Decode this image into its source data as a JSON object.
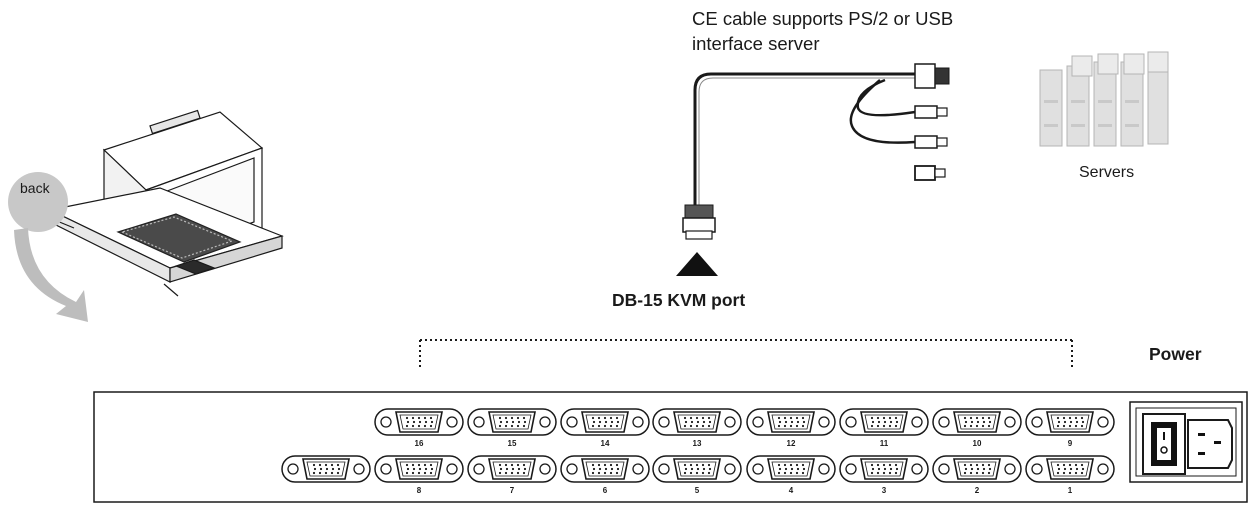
{
  "labels": {
    "cable_note": "CE cable supports PS/2 or USB interface server",
    "servers": "Servers",
    "db15_port": "DB-15 KVM port",
    "power": "Power",
    "back": "back"
  },
  "ports": {
    "top_row": [
      "16",
      "15",
      "14",
      "13",
      "12",
      "11",
      "10",
      "9"
    ],
    "bottom_row": [
      "8",
      "7",
      "6",
      "5",
      "4",
      "3",
      "2",
      "1"
    ]
  },
  "icons": [
    "console-drawer-icon",
    "back-arrow-icon",
    "ce-cable-icon",
    "servers-icon",
    "db15-connector-icon",
    "power-switch-icon",
    "power-inlet-icon"
  ],
  "colors": {
    "line": "#1a1a1a",
    "arrow_gray": "#bdbdbd",
    "server_gray": "#d9d9d9"
  }
}
